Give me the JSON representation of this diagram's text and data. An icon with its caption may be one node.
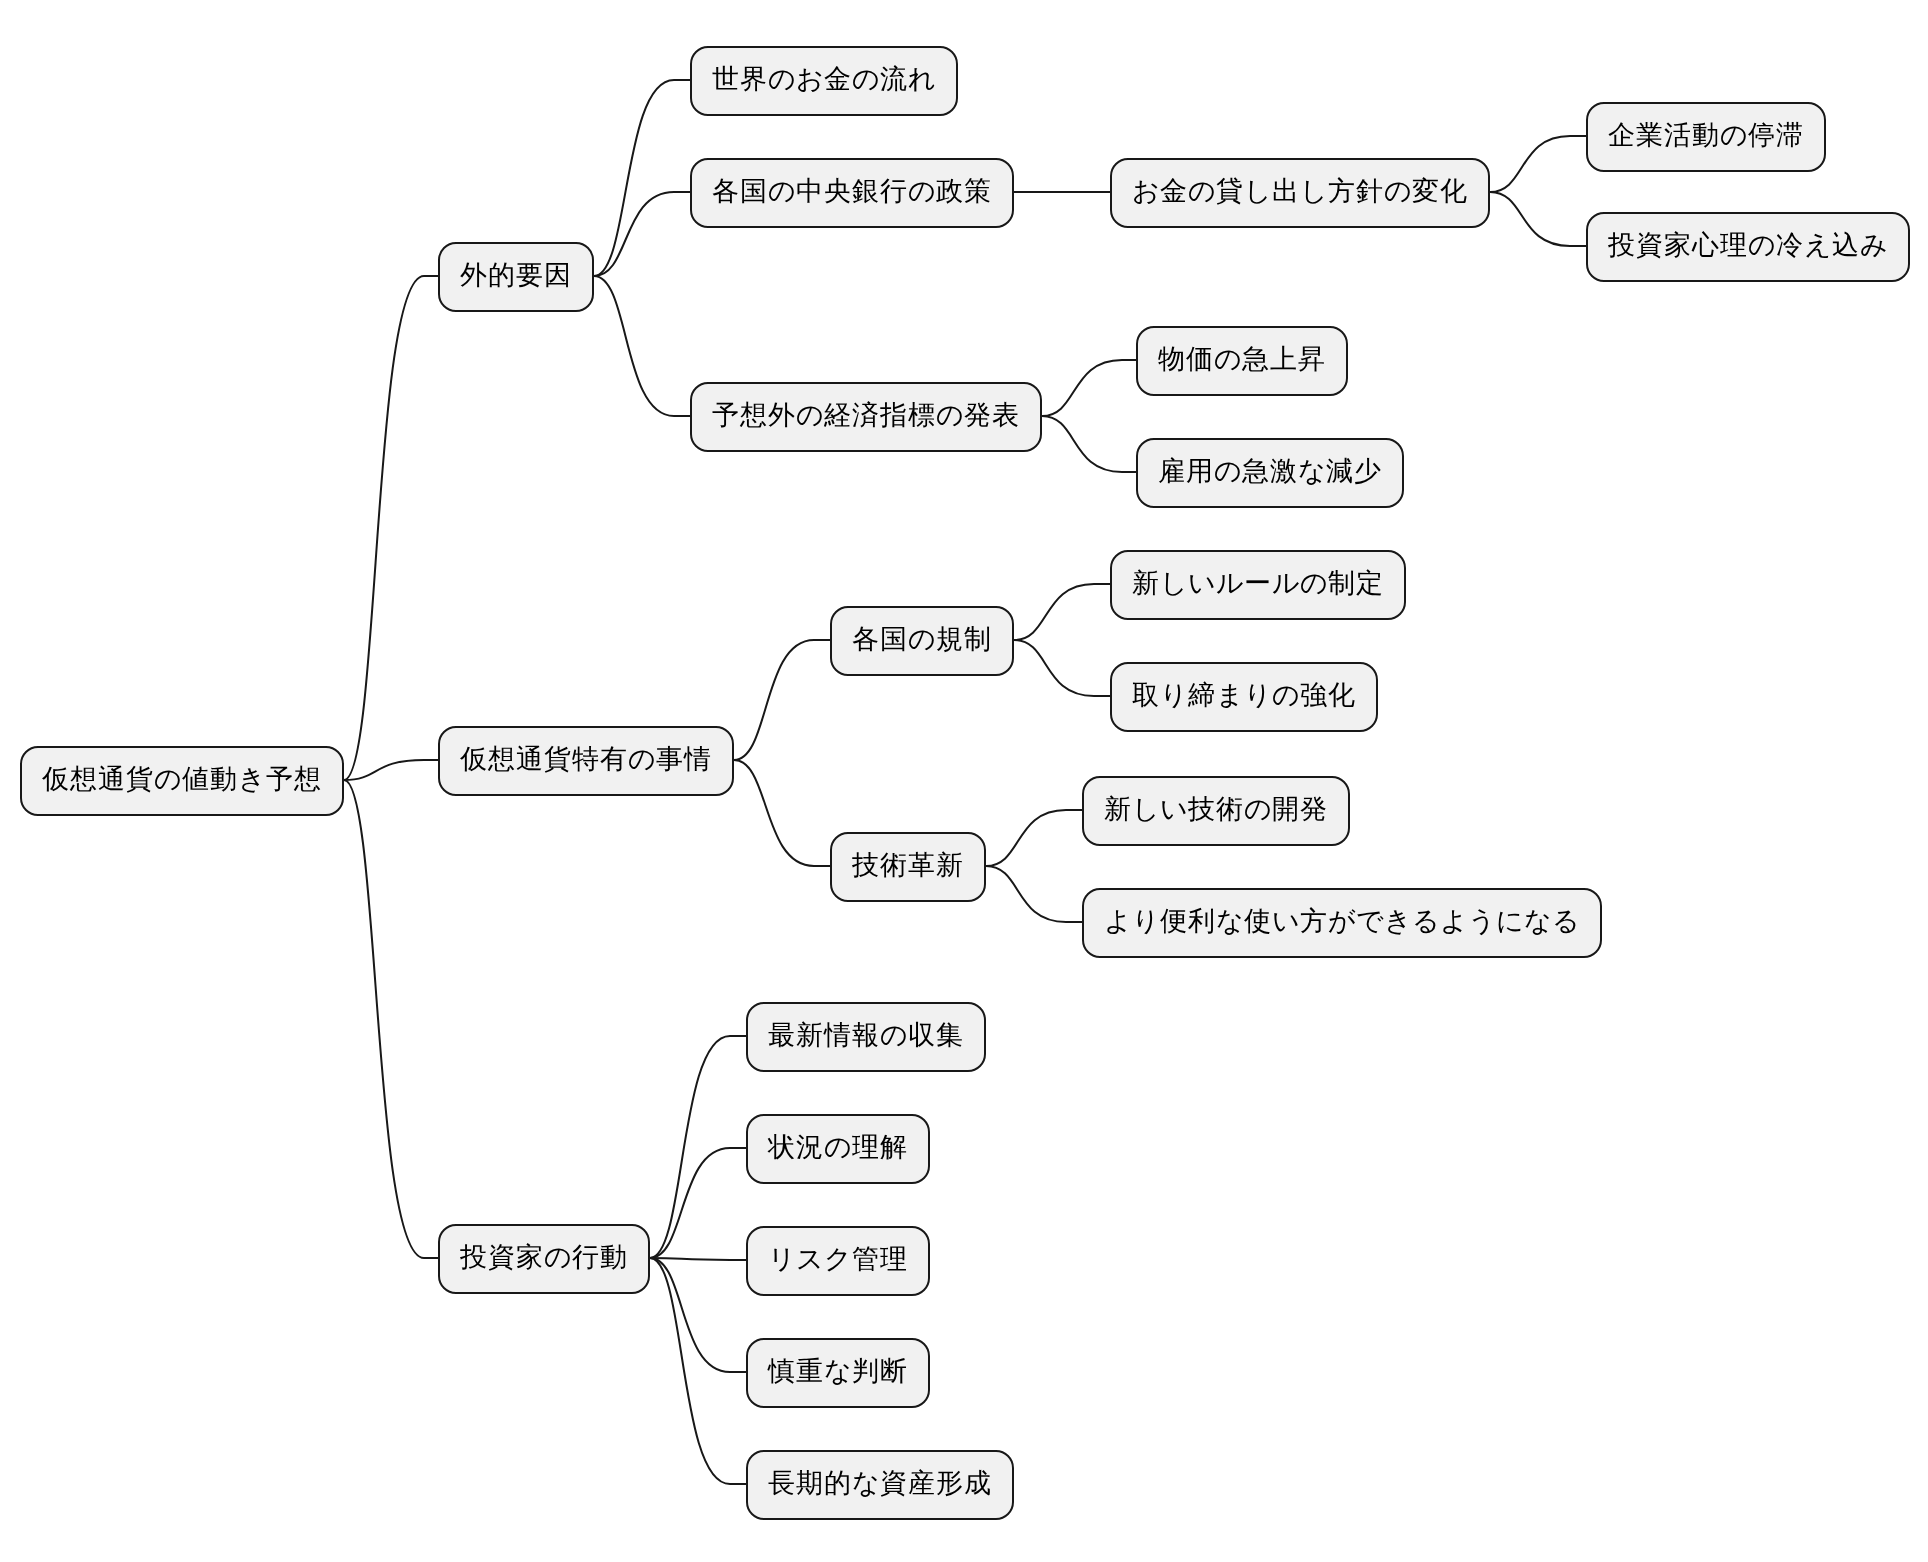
{
  "diagram": {
    "nodes": [
      {
        "text": [
          "仮想通貨の値動き予想"
        ]
      },
      {
        "text": [
          "外的要因"
        ]
      },
      {
        "text": [
          "世界のお金の流れ"
        ]
      },
      {
        "text": [
          "各国の中央銀行の政策"
        ]
      },
      {
        "text": [
          "お金の貸し出し方針の変化"
        ]
      },
      {
        "text": [
          "企業活動の停滞"
        ]
      },
      {
        "text": [
          "投資家心理の冷え込み"
        ]
      },
      {
        "text": [
          "予想外の経済指標の発表"
        ]
      },
      {
        "text": [
          "物価の急上昇"
        ]
      },
      {
        "text": [
          "雇用の急激な減少"
        ]
      },
      {
        "text": [
          "仮想通貨特有の事情"
        ]
      },
      {
        "text": [
          "各国の規制"
        ]
      },
      {
        "text": [
          "新しいルールの制定"
        ]
      },
      {
        "text": [
          "取り締まりの強化"
        ]
      },
      {
        "text": [
          "技術革新"
        ]
      },
      {
        "text": [
          "新しい技術の開発"
        ]
      },
      {
        "text": [
          "より便利な使い方ができるようになる"
        ]
      },
      {
        "text": [
          "投資家の行動"
        ]
      },
      {
        "text": [
          "最新情報の収集"
        ]
      },
      {
        "text": [
          "状況の理解"
        ]
      },
      {
        "text": [
          "リスク管理"
        ]
      },
      {
        "text": [
          "慎重な判断"
        ]
      },
      {
        "text": [
          "長期的な資産形成"
        ]
      }
    ],
    "edges": [
      {
        "from": 0,
        "to": 1,
        "arrow": "none"
      },
      {
        "from": 1,
        "to": 2,
        "arrow": "none"
      },
      {
        "from": 1,
        "to": 3,
        "arrow": "none"
      },
      {
        "from": 3,
        "to": 4,
        "arrow": "none"
      },
      {
        "from": 4,
        "to": 5,
        "arrow": "none"
      },
      {
        "from": 4,
        "to": 6,
        "arrow": "none"
      },
      {
        "from": 1,
        "to": 7,
        "arrow": "none"
      },
      {
        "from": 7,
        "to": 8,
        "arrow": "none"
      },
      {
        "from": 7,
        "to": 9,
        "arrow": "none"
      },
      {
        "from": 0,
        "to": 10,
        "arrow": "none"
      },
      {
        "from": 10,
        "to": 11,
        "arrow": "none"
      },
      {
        "from": 11,
        "to": 12,
        "arrow": "none"
      },
      {
        "from": 11,
        "to": 13,
        "arrow": "none"
      },
      {
        "from": 10,
        "to": 14,
        "arrow": "none"
      },
      {
        "from": 14,
        "to": 15,
        "arrow": "none"
      },
      {
        "from": 14,
        "to": 16,
        "arrow": "none"
      },
      {
        "from": 0,
        "to": 17,
        "arrow": "none"
      },
      {
        "from": 17,
        "to": 18,
        "arrow": "none"
      },
      {
        "from": 17,
        "to": 19,
        "arrow": "none"
      },
      {
        "from": 17,
        "to": 20,
        "arrow": "none"
      },
      {
        "from": 17,
        "to": 21,
        "arrow": "none"
      },
      {
        "from": 17,
        "to": 22,
        "arrow": "none"
      }
    ]
  }
}
